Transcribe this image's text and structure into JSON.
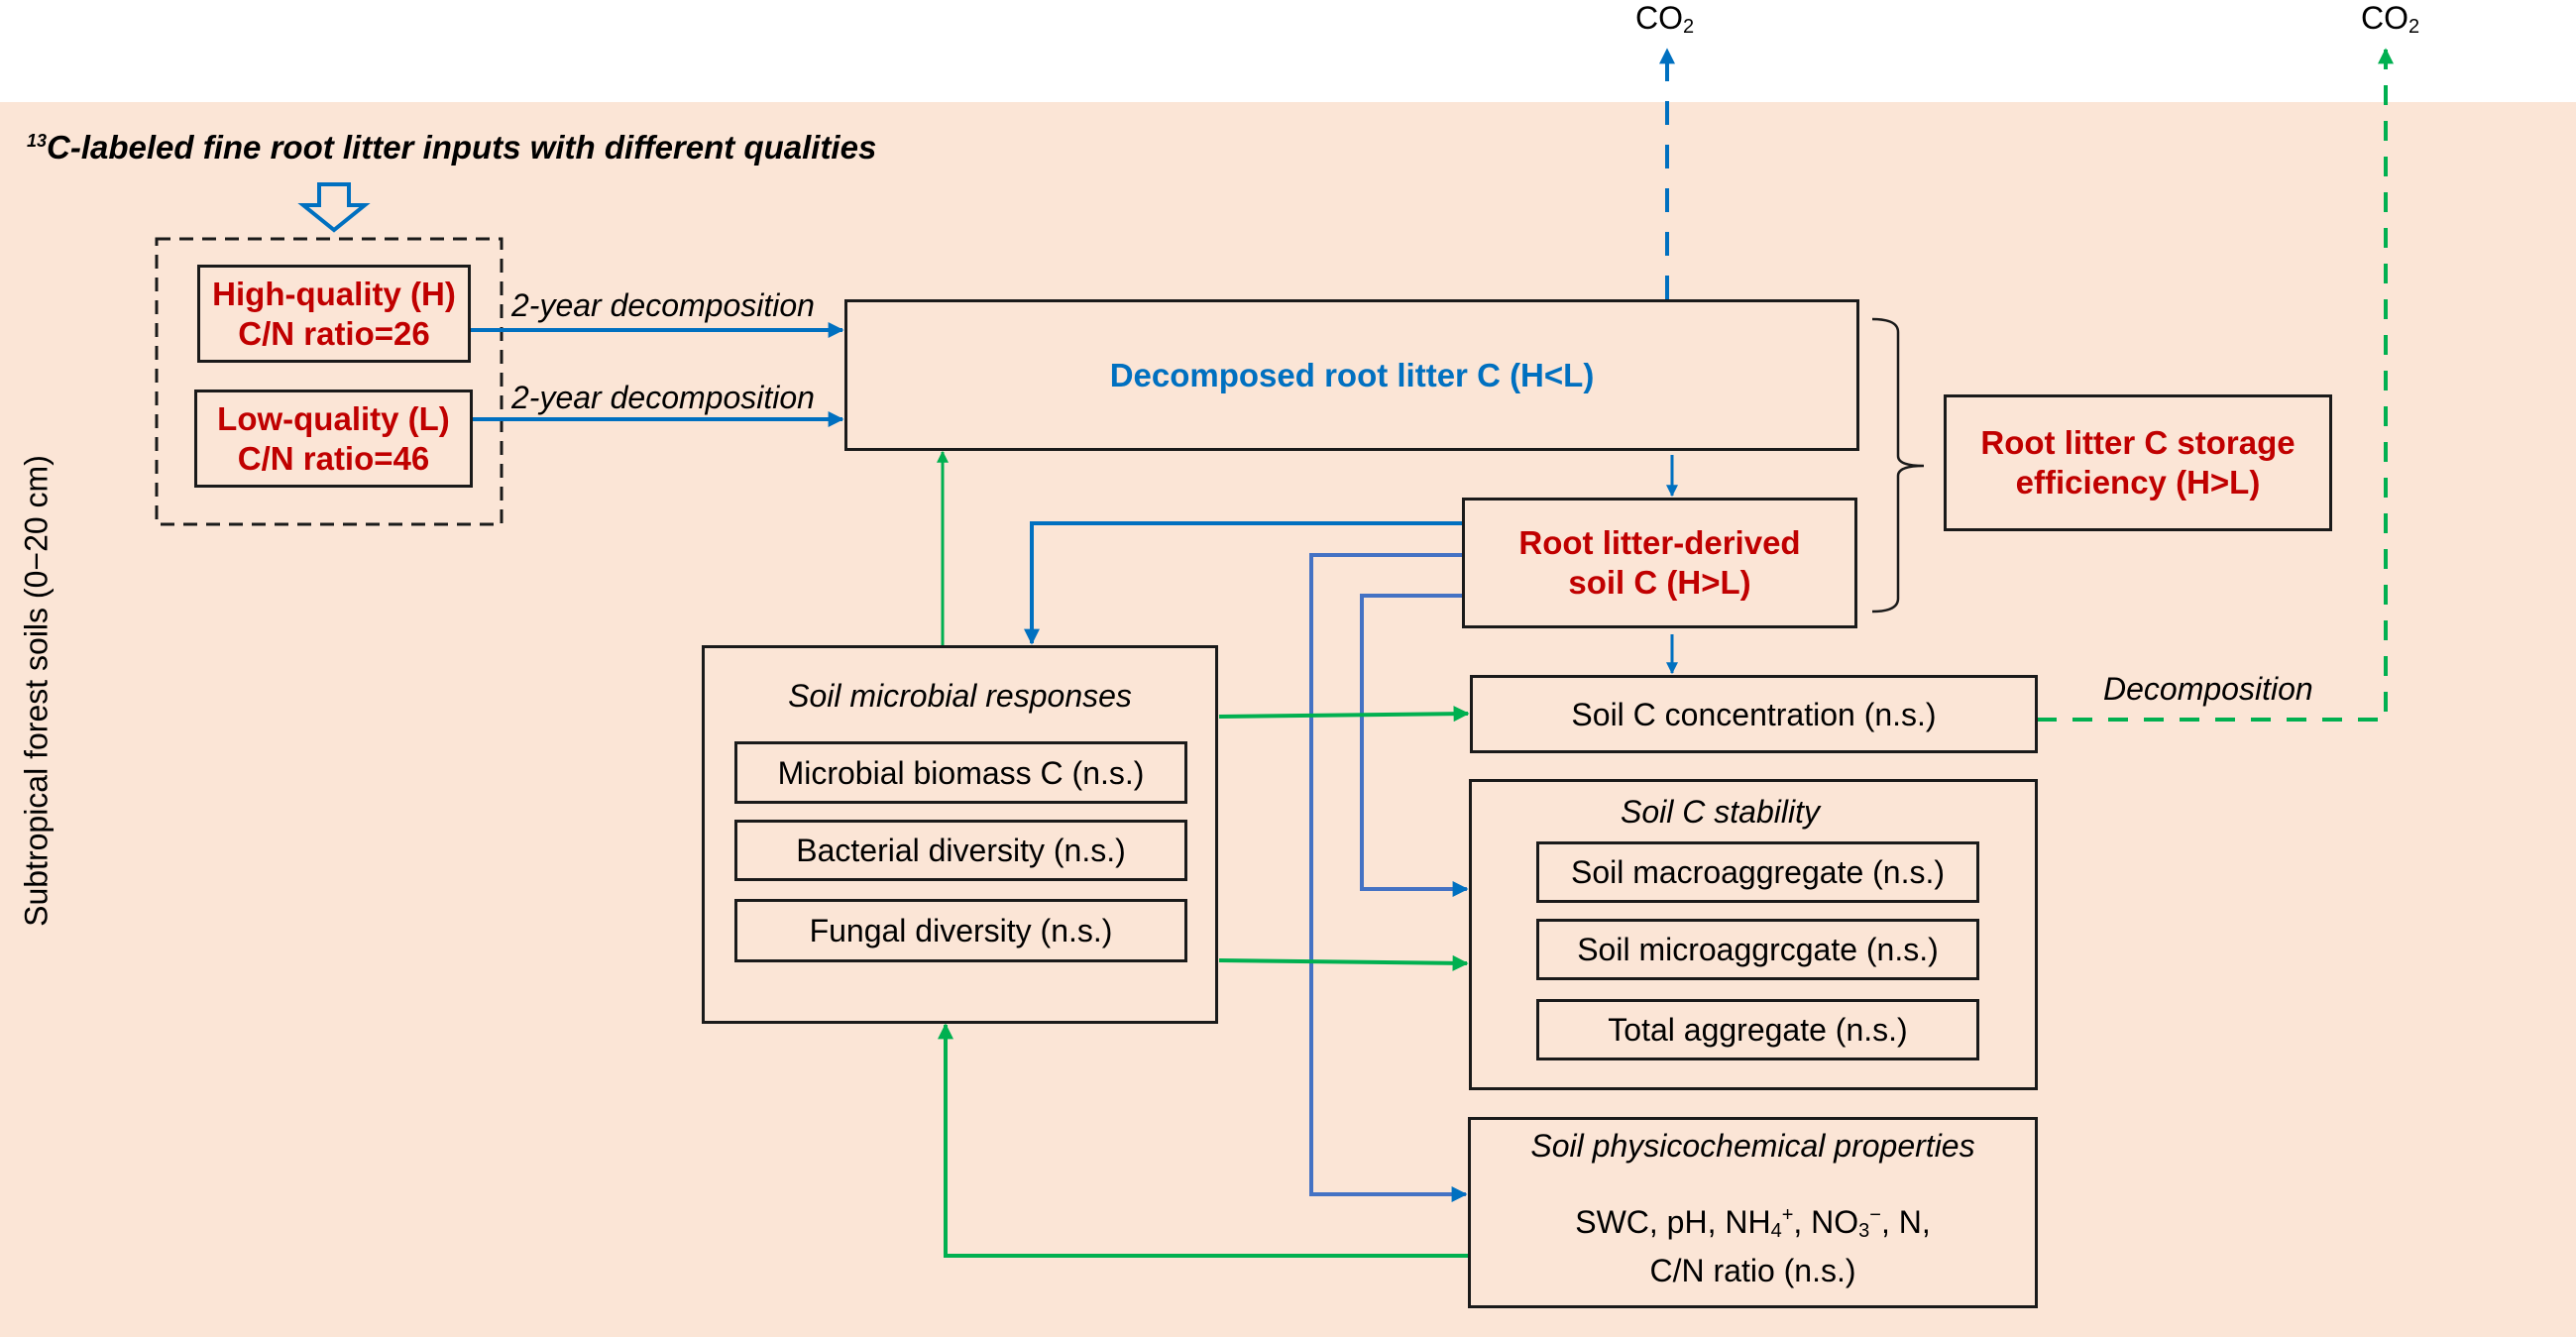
{
  "colors": {
    "soil_background": "#FBE5D6",
    "quality_red": "#C00000",
    "flow_blue": "#0070C0",
    "flow_blue_light": "#4472C4",
    "flow_green": "#00B050",
    "outline": "#1a1a1a"
  },
  "header": {
    "title_superscript": "13",
    "title": "C-labeled fine root litter inputs with different qualities",
    "side_label": "Subtropical forest soils (0−20 cm)"
  },
  "emissions": {
    "co2_left": {
      "base": "CO",
      "sub": "2"
    },
    "co2_right": {
      "base": "CO",
      "sub": "2"
    }
  },
  "inputs": {
    "high": {
      "line1": "High-quality (H)",
      "line2": "C/N ratio=26"
    },
    "low": {
      "line1": "Low-quality (L)",
      "line2": "C/N ratio=46"
    },
    "arrow_label_1": "2-year decomposition",
    "arrow_label_2": "2-year decomposition"
  },
  "decomposed": {
    "label": "Decomposed root litter C (H<L)"
  },
  "derived": {
    "line1": "Root litter-derived",
    "line2": "soil C (H>L)"
  },
  "storage": {
    "line1": "Root litter C storage",
    "line2": "efficiency (H>L)"
  },
  "microbial": {
    "heading": "Soil microbial responses",
    "items": [
      "Microbial biomass C (n.s.)",
      "Bacterial diversity (n.s.)",
      "Fungal diversity (n.s.)"
    ]
  },
  "concentration": {
    "label": "Soil C concentration (n.s.)"
  },
  "decomposition_label": "Decomposition",
  "stability": {
    "heading": "Soil C stability",
    "items": [
      "Soil macroaggregate (n.s.)",
      "Soil microaggrcgate (n.s.)",
      "Total aggregate (n.s.)"
    ]
  },
  "physicochemical": {
    "heading": "Soil physicochemical properties",
    "line1_parts": {
      "a": "SWC, pH, NH",
      "a_sub": "4",
      "a_sup": "+",
      "b": ", NO",
      "b_sub": "3",
      "b_sup": "−",
      "c": ", N,"
    },
    "line2": "C/N ratio (n.s.)"
  }
}
